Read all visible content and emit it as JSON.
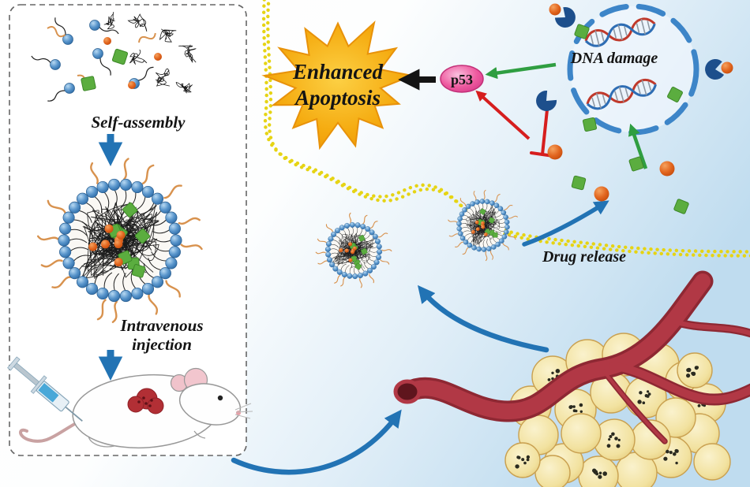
{
  "panel": {
    "self_assembly": "Self-assembly",
    "injection_line1": "Intravenous",
    "injection_line2": "injection"
  },
  "pathway": {
    "apoptosis_line1": "Enhanced",
    "apoptosis_line2": "Apoptosis",
    "p53": "p53",
    "dna_damage": "DNA damage",
    "drug_release": "Drug release"
  },
  "colors": {
    "starburst_gold": "#F5AB10",
    "p53_pink": "#EE5A9F",
    "membrane_yellow": "#E6D414",
    "nucleus_blue": "#3D85C8",
    "drug_green": "#5BAD3F",
    "drug_orange": "#E2661F",
    "vessel_red": "#B13845",
    "arrow_blue": "#2273B4",
    "tumor_cell_yellow": "#F2E2A0",
    "mouse_tumor_red": "#B22F35"
  }
}
